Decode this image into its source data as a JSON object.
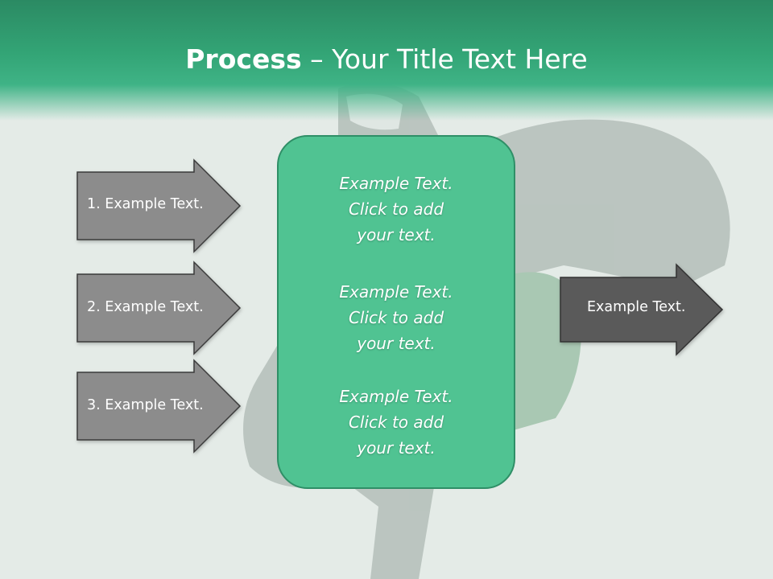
{
  "slide": {
    "title_bold": "Process",
    "title_rest": " – Your Title Text Here"
  },
  "left_arrows": [
    {
      "label": "1. Example Text."
    },
    {
      "label": "2. Example Text."
    },
    {
      "label": "3. Example Text."
    }
  ],
  "center_blocks": [
    {
      "line1": "Example Text.",
      "line2": "Click  to add",
      "line3": "your text."
    },
    {
      "line1": "Example Text.",
      "line2": "Click  to add",
      "line3": "your text."
    },
    {
      "line1": "Example Text.",
      "line2": "Click  to add",
      "line3": "your text."
    }
  ],
  "right_arrow": {
    "label": "Example Text."
  },
  "colors": {
    "header": "#33a576",
    "center_box": "#50c392",
    "left_arrow_fill": "#8c8c8c",
    "right_arrow_fill": "#5a5a5a",
    "background": "#e4ebe7"
  }
}
